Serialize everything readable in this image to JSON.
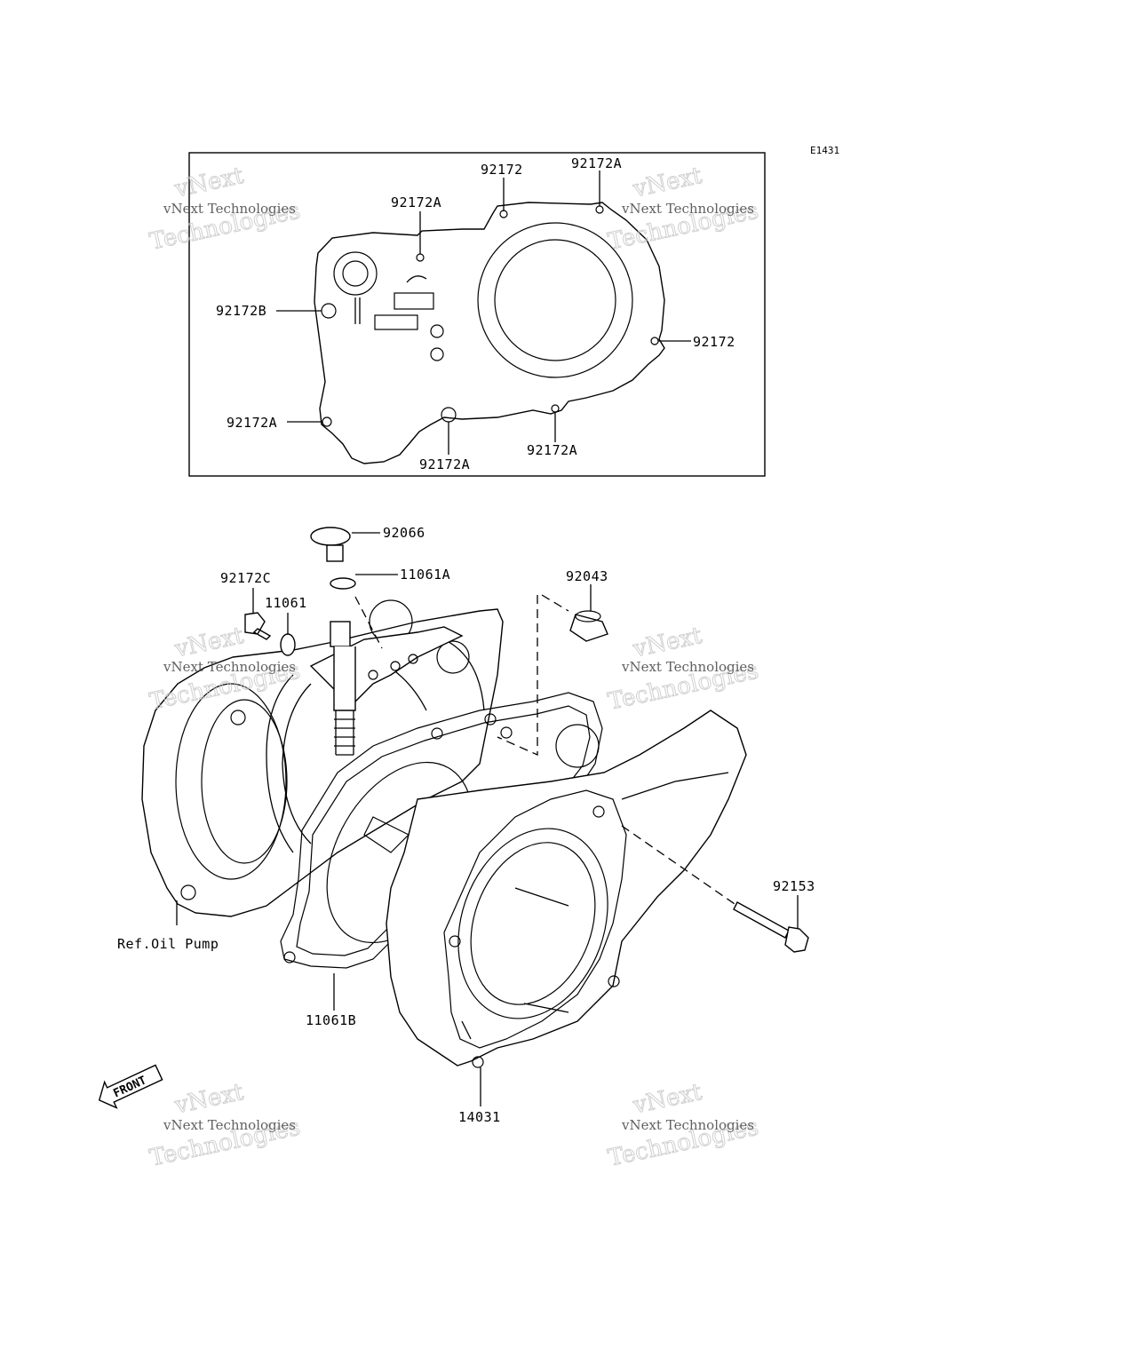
{
  "diagram": {
    "code": "E1431",
    "watermark": {
      "line1": "vNext Technologies",
      "line2": "vNext",
      "line3": "Technologies"
    },
    "front_marker": "FRONT",
    "callouts_inset": [
      "92172",
      "92172A",
      "92172A",
      "92172B",
      "92172",
      "92172A",
      "92172A",
      "92172A"
    ],
    "callouts_main": [
      "92066",
      "11061A",
      "92172C",
      "11061",
      "92043",
      "92153",
      "Ref.Oil Pump",
      "11061B",
      "14031"
    ]
  }
}
